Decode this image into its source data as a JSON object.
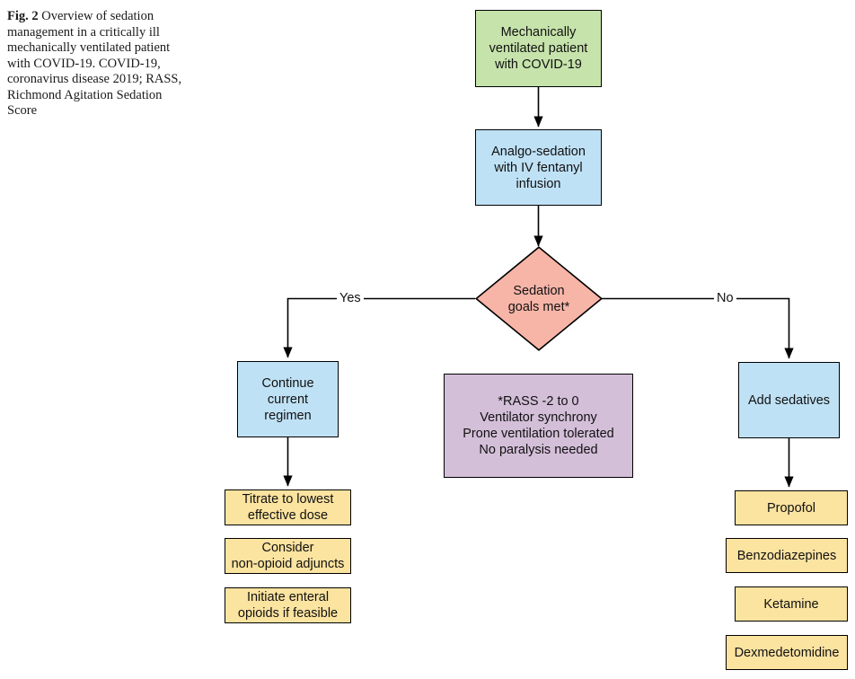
{
  "figure": {
    "label": "Fig. 2",
    "caption": "Overview of sedation management in a critically ill mechanically ventilated patient with COVID-19. COVID-19, coronavirus disease 2019; RASS, Richmond Agitation Sedation Score"
  },
  "colors": {
    "start_green": "#c6e3ab",
    "process_blue": "#bfe1f5",
    "decision_pink": "#f7b5a8",
    "action_yellow": "#fbe3a0",
    "note_purple": "#d4bfd9",
    "stroke": "#000000",
    "background": "#ffffff"
  },
  "nodes": {
    "start": {
      "text": "Mechanically\nventilated patient\nwith COVID-19",
      "shape": "rectangle",
      "color": "start_green"
    },
    "analgosedation": {
      "text": "Analgo-sedation\nwith IV fentanyl\ninfusion",
      "shape": "rectangle",
      "color": "process_blue"
    },
    "decision": {
      "text": "Sedation\ngoals met*",
      "shape": "diamond",
      "color": "decision_pink"
    },
    "continue_regimen": {
      "text": "Continue\ncurrent\nregimen",
      "shape": "rectangle",
      "color": "process_blue"
    },
    "add_sedatives": {
      "text": "Add sedatives",
      "shape": "rectangle",
      "color": "process_blue"
    },
    "note": {
      "text": "*RASS -2 to 0\nVentilator synchrony\nProne ventilation tolerated\nNo paralysis needed",
      "shape": "rectangle",
      "color": "note_purple"
    },
    "left_actions": [
      {
        "text": "Titrate to lowest\neffective dose",
        "color": "action_yellow"
      },
      {
        "text": "Consider\nnon-opioid adjuncts",
        "color": "action_yellow"
      },
      {
        "text": "Initiate enteral\nopioids if feasible",
        "color": "action_yellow"
      }
    ],
    "right_actions": [
      {
        "text": "Propofol",
        "color": "action_yellow"
      },
      {
        "text": "Benzodiazepines",
        "color": "action_yellow"
      },
      {
        "text": "Ketamine",
        "color": "action_yellow"
      },
      {
        "text": "Dexmedetomidine",
        "color": "action_yellow"
      }
    ]
  },
  "edges": {
    "yes_label": "Yes",
    "no_label": "No"
  }
}
